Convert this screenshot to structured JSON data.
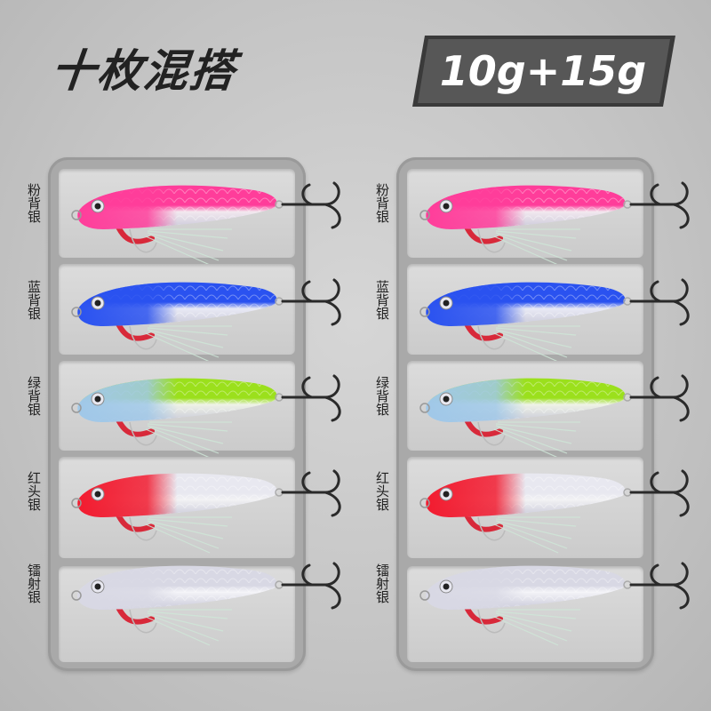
{
  "title": "十枚混搭",
  "weight_banner": "10g+15g",
  "rows": [
    {
      "label": "粉背银",
      "back": "#ff3d9a",
      "head": "#ff3d9a",
      "belly": "#f2e8ef"
    },
    {
      "label": "蓝背银",
      "back": "#2a52f0",
      "head": "#2a52f0",
      "belly": "#e9eaf5"
    },
    {
      "label": "绿背银",
      "back": "#9be01c",
      "head": "#a0c8e8",
      "belly": "#eef2e6"
    },
    {
      "label": "红头银",
      "back": "#e8e8f0",
      "head": "#f21b2f",
      "belly": "#f2f2f4"
    },
    {
      "label": "镭射银",
      "back": "#d8d8e4",
      "head": "#d8d8e4",
      "belly": "#f4f4f8"
    }
  ],
  "colors": {
    "box": "#a9a9a9",
    "banner": "#555555",
    "assist_tube": "#d8293a",
    "hook": "#2a2a2a"
  },
  "icons": [
    "fishing-lure-icon",
    "treble-hook-icon",
    "assist-hook-icon"
  ]
}
